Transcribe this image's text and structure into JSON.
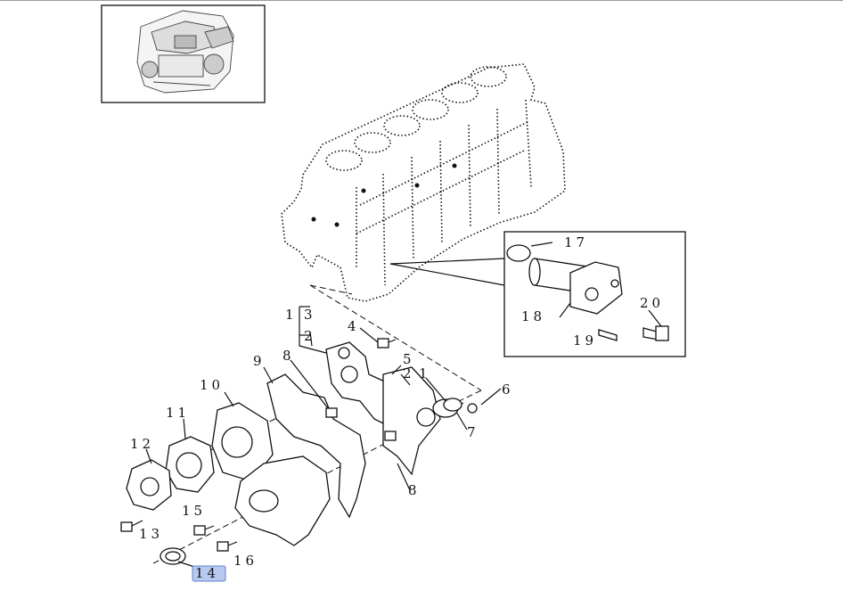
{
  "diagram": {
    "callouts": [
      {
        "id": "c1",
        "text": "1"
      },
      {
        "id": "c2a",
        "text": "2"
      },
      {
        "id": "c2b",
        "text": "2"
      },
      {
        "id": "c3",
        "text": "3"
      },
      {
        "id": "c4",
        "text": "4"
      },
      {
        "id": "c5",
        "text": "5"
      },
      {
        "id": "c6",
        "text": "6"
      },
      {
        "id": "c7",
        "text": "7"
      },
      {
        "id": "c8a",
        "text": "8"
      },
      {
        "id": "c8b",
        "text": "8"
      },
      {
        "id": "c9",
        "text": "9"
      },
      {
        "id": "c10",
        "text": "10"
      },
      {
        "id": "c11",
        "text": "11"
      },
      {
        "id": "c12",
        "text": "12"
      },
      {
        "id": "c13a",
        "text": "1"
      },
      {
        "id": "c13b",
        "text": "13"
      },
      {
        "id": "c14",
        "text": "14"
      },
      {
        "id": "c15",
        "text": "15"
      },
      {
        "id": "c16",
        "text": "16"
      },
      {
        "id": "c17",
        "text": "17"
      },
      {
        "id": "c18",
        "text": "18"
      },
      {
        "id": "c19",
        "text": "19"
      },
      {
        "id": "c20",
        "text": "20"
      }
    ],
    "selected_callout": "14",
    "highlight_color": "#b7c9ee",
    "highlight_border": "#5f82c9"
  }
}
